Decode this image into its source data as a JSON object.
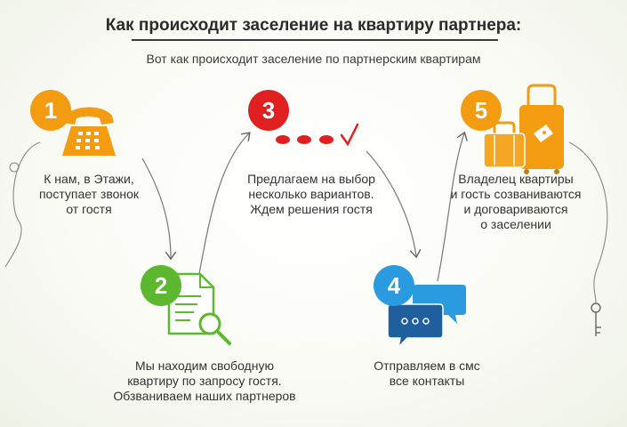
{
  "header": {
    "title": "Как происходит заселение на квартиру партнера:",
    "subtitle": "Вот как происходит заселение по партнерским квартирам"
  },
  "colors": {
    "orange": "#f39c12",
    "green": "#5cb82e",
    "red": "#e02020",
    "blue": "#2b9be0",
    "dark_blue": "#1f5f9e"
  },
  "steps": [
    {
      "number": "1",
      "icon": "phone-icon",
      "text": "К нам, в Этажи,\nпоступает звонок\nот гостя"
    },
    {
      "number": "2",
      "icon": "document-search-icon",
      "text": "Мы находим свободную\nквартиру по запросу гостя.\nОбзваниваем наших партнеров"
    },
    {
      "number": "3",
      "icon": "dots-check-icon",
      "text": "Предлагаем на выбор\nнесколько вариантов.\nЖдем решения гостя"
    },
    {
      "number": "4",
      "icon": "chat-bubbles-icon",
      "text": "Отправляем в смс\nвсе контакты"
    },
    {
      "number": "5",
      "icon": "luggage-icon",
      "text": "Владелец квартиры\nи гость созваниваются\nи договариваются\nо заселении"
    }
  ]
}
